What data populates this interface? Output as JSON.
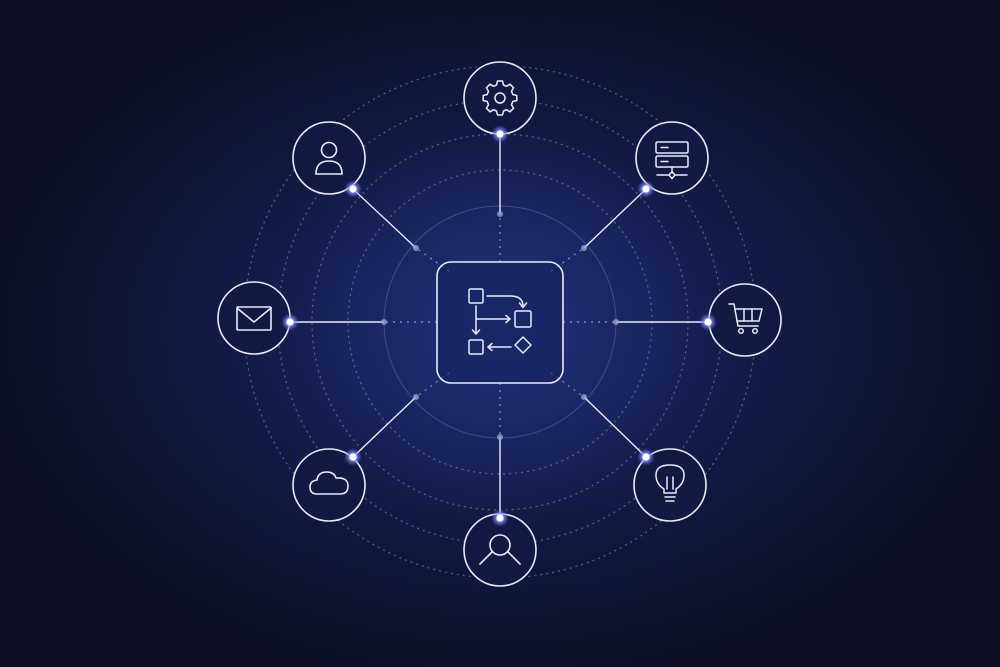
{
  "diagram": {
    "hub": {
      "icon": "workflow-flowchart-icon"
    },
    "nodes": [
      {
        "id": "settings",
        "icon": "gear-icon"
      },
      {
        "id": "servers",
        "icon": "server-stack-icon"
      },
      {
        "id": "shopping",
        "icon": "shopping-cart-icon"
      },
      {
        "id": "ideas",
        "icon": "lightbulb-icon"
      },
      {
        "id": "user-search",
        "icon": "user-search-icon"
      },
      {
        "id": "cloud",
        "icon": "cloud-icon"
      },
      {
        "id": "mail",
        "icon": "envelope-icon"
      },
      {
        "id": "user",
        "icon": "user-profile-icon"
      }
    ]
  },
  "colors": {
    "background": "#121a44",
    "line": "#e8ecf8",
    "connector_glow": "#6b7cff",
    "ring": "#8a94c8"
  }
}
